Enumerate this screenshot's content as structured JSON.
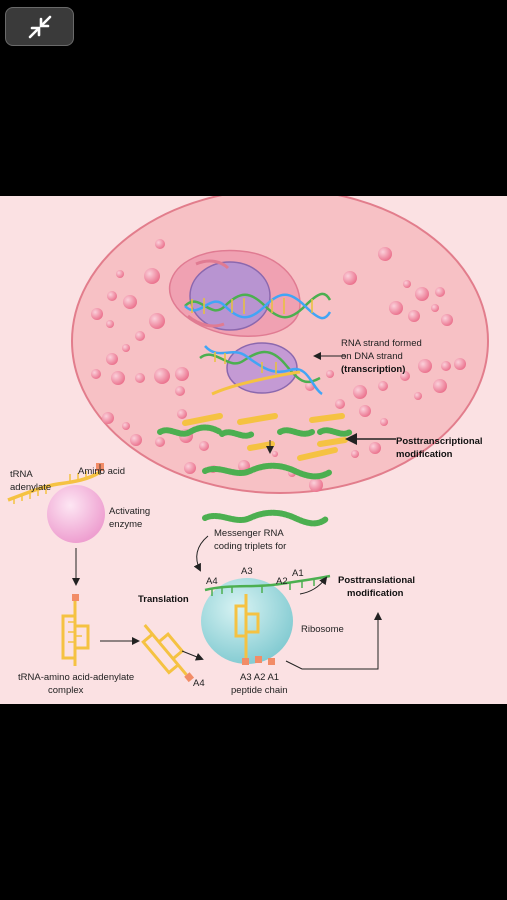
{
  "toolbar": {
    "collapse_icon": "collapse-arrows-icon"
  },
  "labels": {
    "rna_formed_1": "RNA strand formed",
    "rna_formed_2": "on DNA strand",
    "transcription": "(transcription)",
    "posttranscriptional_1": "Posttranscriptional",
    "posttranscriptional_2": "modification",
    "trna_1": "tRNA",
    "trna_2": "adenylate",
    "amino_acid": "Amino acid",
    "enzyme_1": "Activating",
    "enzyme_2": "enzyme",
    "complex_1": "tRNA-amino acid-adenylate",
    "complex_2": "complex",
    "mrna_1": "Messenger RNA",
    "mrna_2": "coding triplets for",
    "translation": "Translation",
    "posttranslational_1": "Posttranslational",
    "posttranslational_2": "modification",
    "ribosome": "Ribosome",
    "a4": "A4",
    "a3": "A3",
    "a2": "A2",
    "a1": "A1",
    "a4_bottom": "A4",
    "chain_1": "A3 A2 A1",
    "chain_2": "peptide chain"
  },
  "colors": {
    "background": "#fbe1e3",
    "cell": "#f7c0c3",
    "granules": "#f07d94",
    "nucleus": "#b896d0",
    "dna_green": "#4caf50",
    "dna_blue": "#42a5f5",
    "rna_yellow": "#f5c242",
    "ribosome": "#a8dde0",
    "enzyme": "#f7bfe0",
    "amino_acid": "#f28c67"
  }
}
